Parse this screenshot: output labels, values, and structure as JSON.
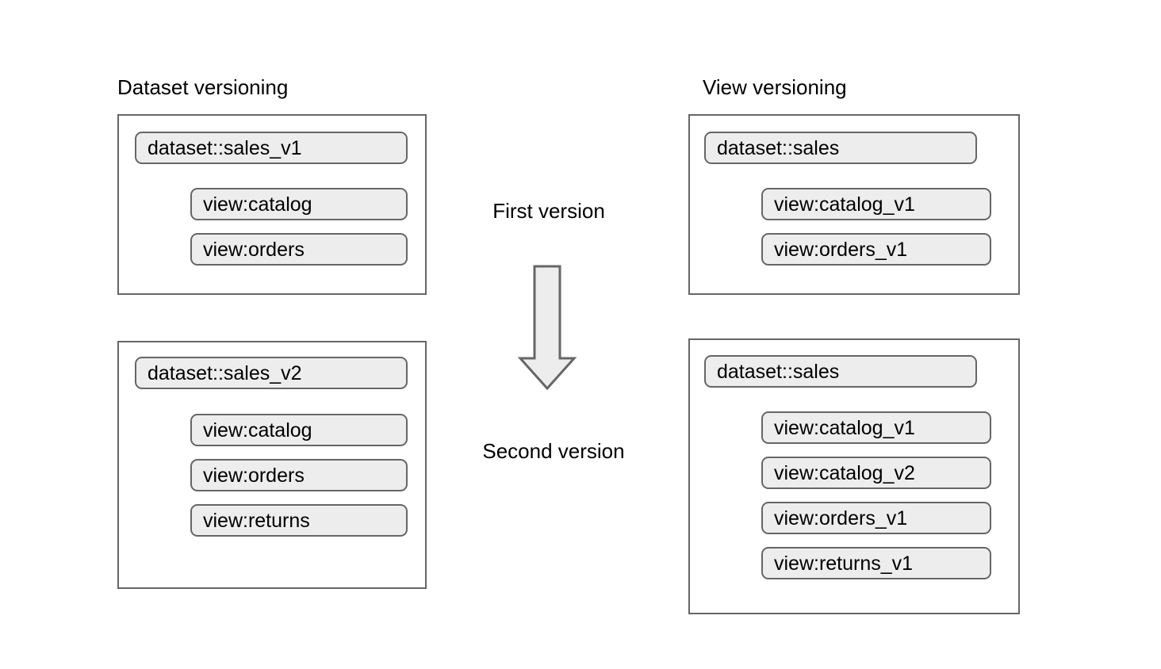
{
  "diagram": {
    "columns": [
      {
        "id": "dataset-versioning",
        "title": "Dataset versioning",
        "groups": [
          {
            "id": "dataset-versioning-first",
            "dataset": "dataset::sales_v1",
            "views": [
              "view:catalog",
              "view:orders"
            ]
          },
          {
            "id": "dataset-versioning-second",
            "dataset": "dataset::sales_v2",
            "views": [
              "view:catalog",
              "view:orders",
              "view:returns"
            ]
          }
        ]
      },
      {
        "id": "view-versioning",
        "title": "View versioning",
        "groups": [
          {
            "id": "view-versioning-first",
            "dataset": "dataset::sales",
            "views": [
              "view:catalog_v1",
              "view:orders_v1"
            ]
          },
          {
            "id": "view-versioning-second",
            "dataset": "dataset::sales",
            "views": [
              "view:catalog_v1",
              "view:catalog_v2",
              "view:orders_v1",
              "view:returns_v1"
            ]
          }
        ]
      }
    ],
    "stages": {
      "first_label": "First version",
      "second_label": "Second version"
    },
    "arrow": {
      "name": "down-arrow-icon",
      "direction": "down"
    },
    "colors": {
      "pill_fill": "#ededed",
      "pill_border": "#666666",
      "container_border": "#666666",
      "text": "#000000",
      "background": "#ffffff"
    }
  }
}
